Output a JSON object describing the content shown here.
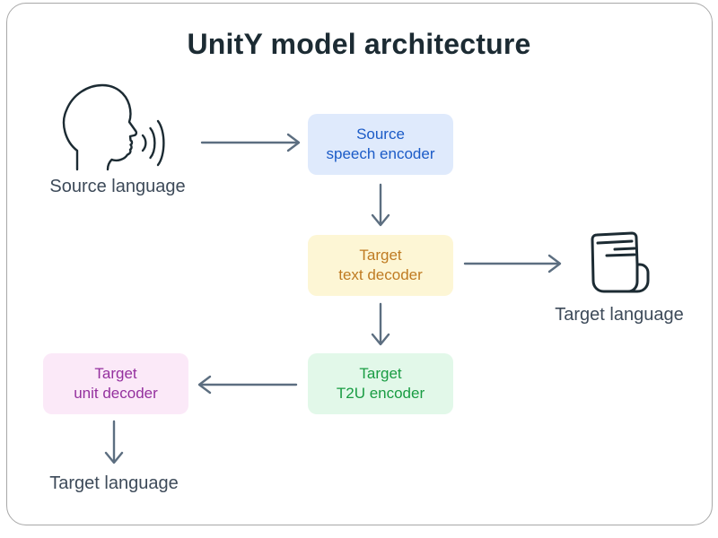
{
  "title": "UnitY model architecture",
  "nodes": {
    "speech_encoder": {
      "line1": "Source",
      "line2": "speech encoder",
      "bg_color": "#dfeafc",
      "text_color": "#1b5bc7"
    },
    "text_decoder": {
      "line1": "Target",
      "line2": "text decoder",
      "bg_color": "#fdf6d5",
      "text_color": "#bf7b22"
    },
    "t2u_encoder": {
      "line1": "Target",
      "line2": "T2U encoder",
      "bg_color": "#e2f8e9",
      "text_color": "#199c43"
    },
    "unit_decoder": {
      "line1": "Target",
      "line2": "unit decoder",
      "bg_color": "#fbe9f8",
      "text_color": "#94309e"
    }
  },
  "labels": {
    "source_language": "Source language",
    "target_language_text": "Target language",
    "target_language_speech": "Target language"
  },
  "icons": {
    "speaking_head": "speaking-head-icon",
    "document": "document-icon"
  },
  "colors": {
    "arrow": "#5c6e80",
    "icon_stroke": "#1c2b33",
    "title_text": "#1c2b33",
    "label_text": "#3d4a59",
    "frame_border": "#a8a8a8",
    "background": "#ffffff"
  }
}
